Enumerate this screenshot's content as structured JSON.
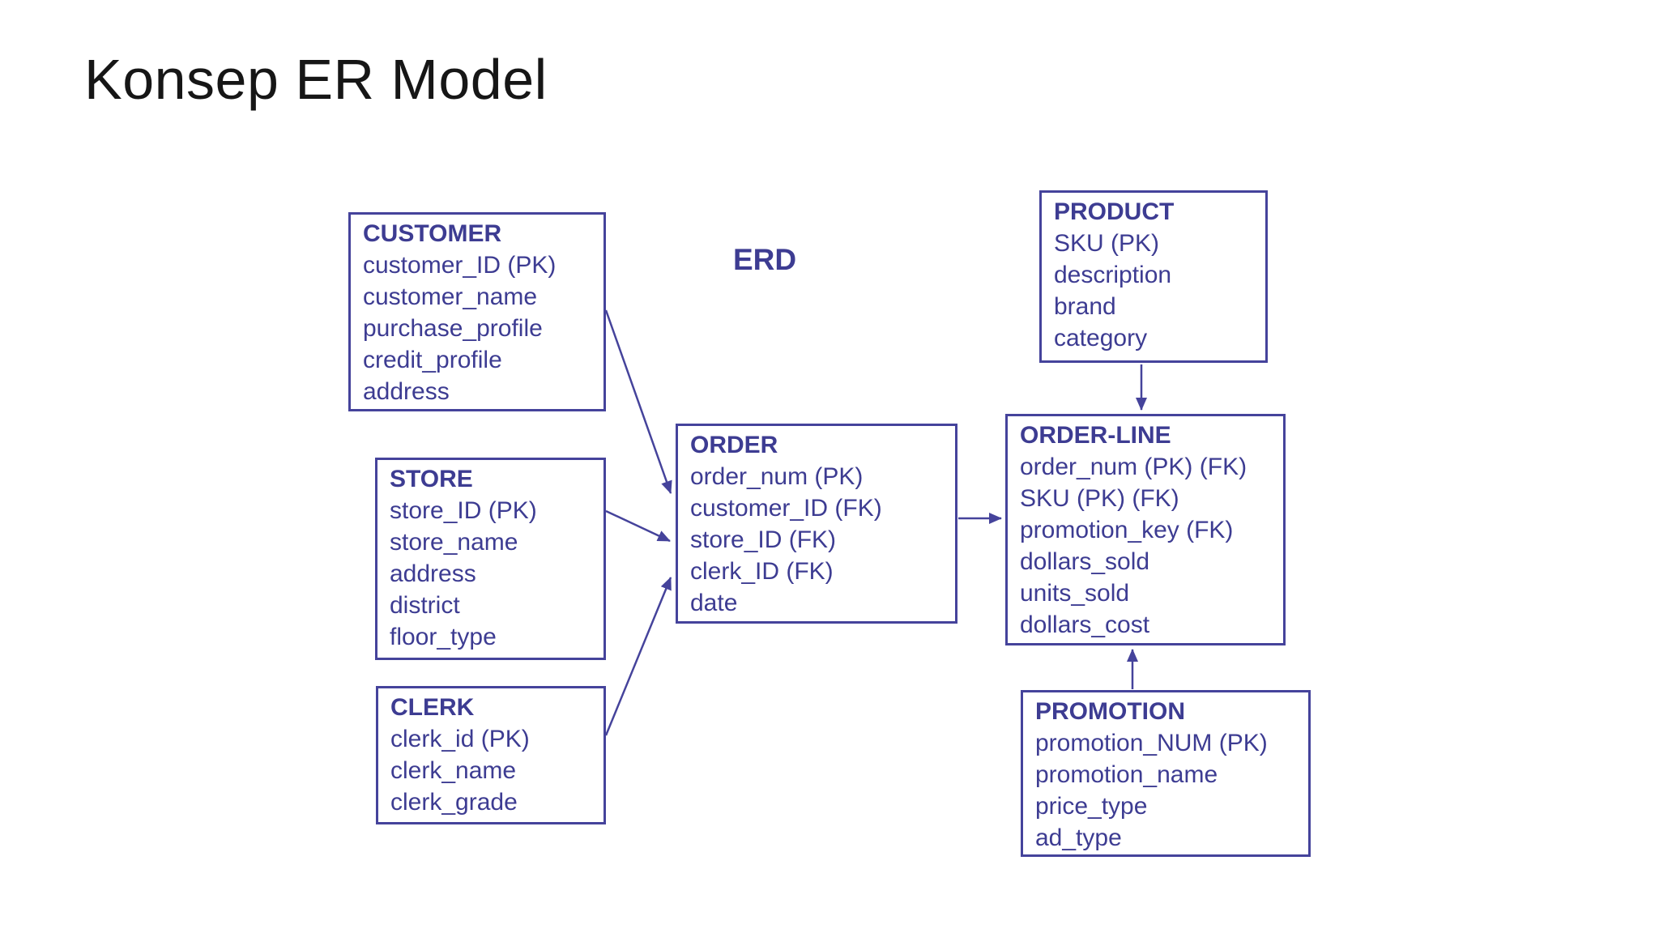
{
  "title": "Konsep ER Model",
  "diagram_label": "ERD",
  "colors": {
    "background": "#ffffff",
    "title_text": "#161616",
    "entity_text": "#3d3c92",
    "entity_border": "#45439b"
  },
  "entities": [
    {
      "name": "CUSTOMER",
      "attributes": [
        "customer_ID (PK)",
        "customer_name",
        "purchase_profile",
        "credit_profile",
        "address"
      ]
    },
    {
      "name": "STORE",
      "attributes": [
        "store_ID (PK)",
        "store_name",
        "address",
        "district",
        "floor_type"
      ]
    },
    {
      "name": "CLERK",
      "attributes": [
        "clerk_id (PK)",
        "clerk_name",
        "clerk_grade"
      ]
    },
    {
      "name": "ORDER",
      "attributes": [
        "order_num (PK)",
        "customer_ID (FK)",
        "store_ID (FK)",
        "clerk_ID (FK)",
        "date"
      ]
    },
    {
      "name": "PRODUCT",
      "attributes": [
        "SKU (PK)",
        "description",
        "brand",
        "category"
      ]
    },
    {
      "name": "ORDER-LINE",
      "attributes": [
        "order_num (PK) (FK)",
        "SKU (PK) (FK)",
        "promotion_key (FK)",
        "dollars_sold",
        "units_sold",
        "dollars_cost"
      ]
    },
    {
      "name": "PROMOTION",
      "attributes": [
        "promotion_NUM (PK)",
        "promotion_name",
        "price_type",
        "ad_type"
      ]
    }
  ],
  "relationships": [
    {
      "from": "CUSTOMER",
      "to": "ORDER"
    },
    {
      "from": "STORE",
      "to": "ORDER"
    },
    {
      "from": "CLERK",
      "to": "ORDER"
    },
    {
      "from": "ORDER",
      "to": "ORDER-LINE"
    },
    {
      "from": "PRODUCT",
      "to": "ORDER-LINE"
    },
    {
      "from": "PROMOTION",
      "to": "ORDER-LINE"
    }
  ]
}
